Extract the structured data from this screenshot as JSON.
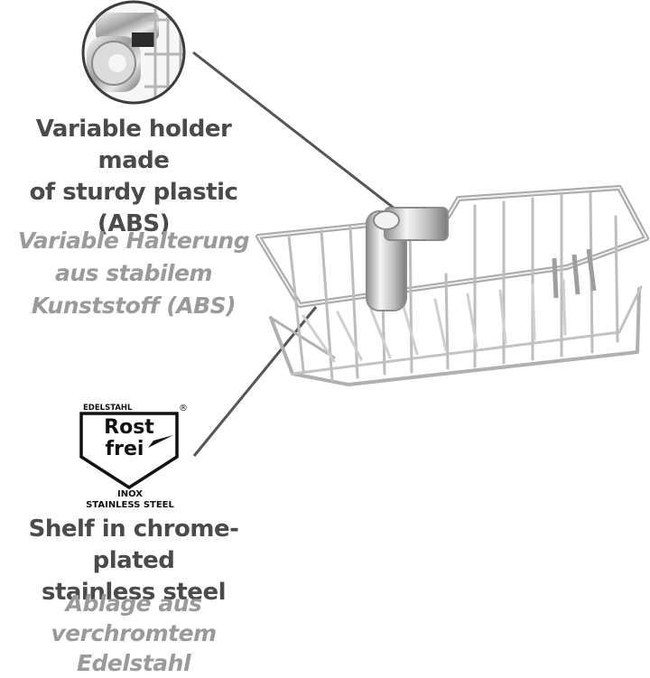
{
  "callouts": {
    "holder": {
      "heading": [
        "Variable holder made",
        "of sturdy plastic",
        "(ABS)"
      ],
      "subheading": [
        "Variable Halterung",
        "aus stabilem",
        "Kunststoff (ABS)"
      ]
    },
    "shelf": {
      "heading": [
        "Shelf in chrome-plated",
        "stainless steel"
      ],
      "subheading": [
        "Ablage aus",
        "verchromtem Edelstahl"
      ]
    }
  },
  "logo": {
    "top_text": "EDELSTAHL",
    "registered": "®",
    "line1": "Rost",
    "line2": "frei",
    "bottom1": "INOX",
    "bottom2": "STAINLESS STEEL"
  },
  "colors": {
    "heading": "#4a4a4a",
    "subheading": "#9a9a9a",
    "leader_line": "#555555",
    "chrome": "#c8c8c8"
  }
}
